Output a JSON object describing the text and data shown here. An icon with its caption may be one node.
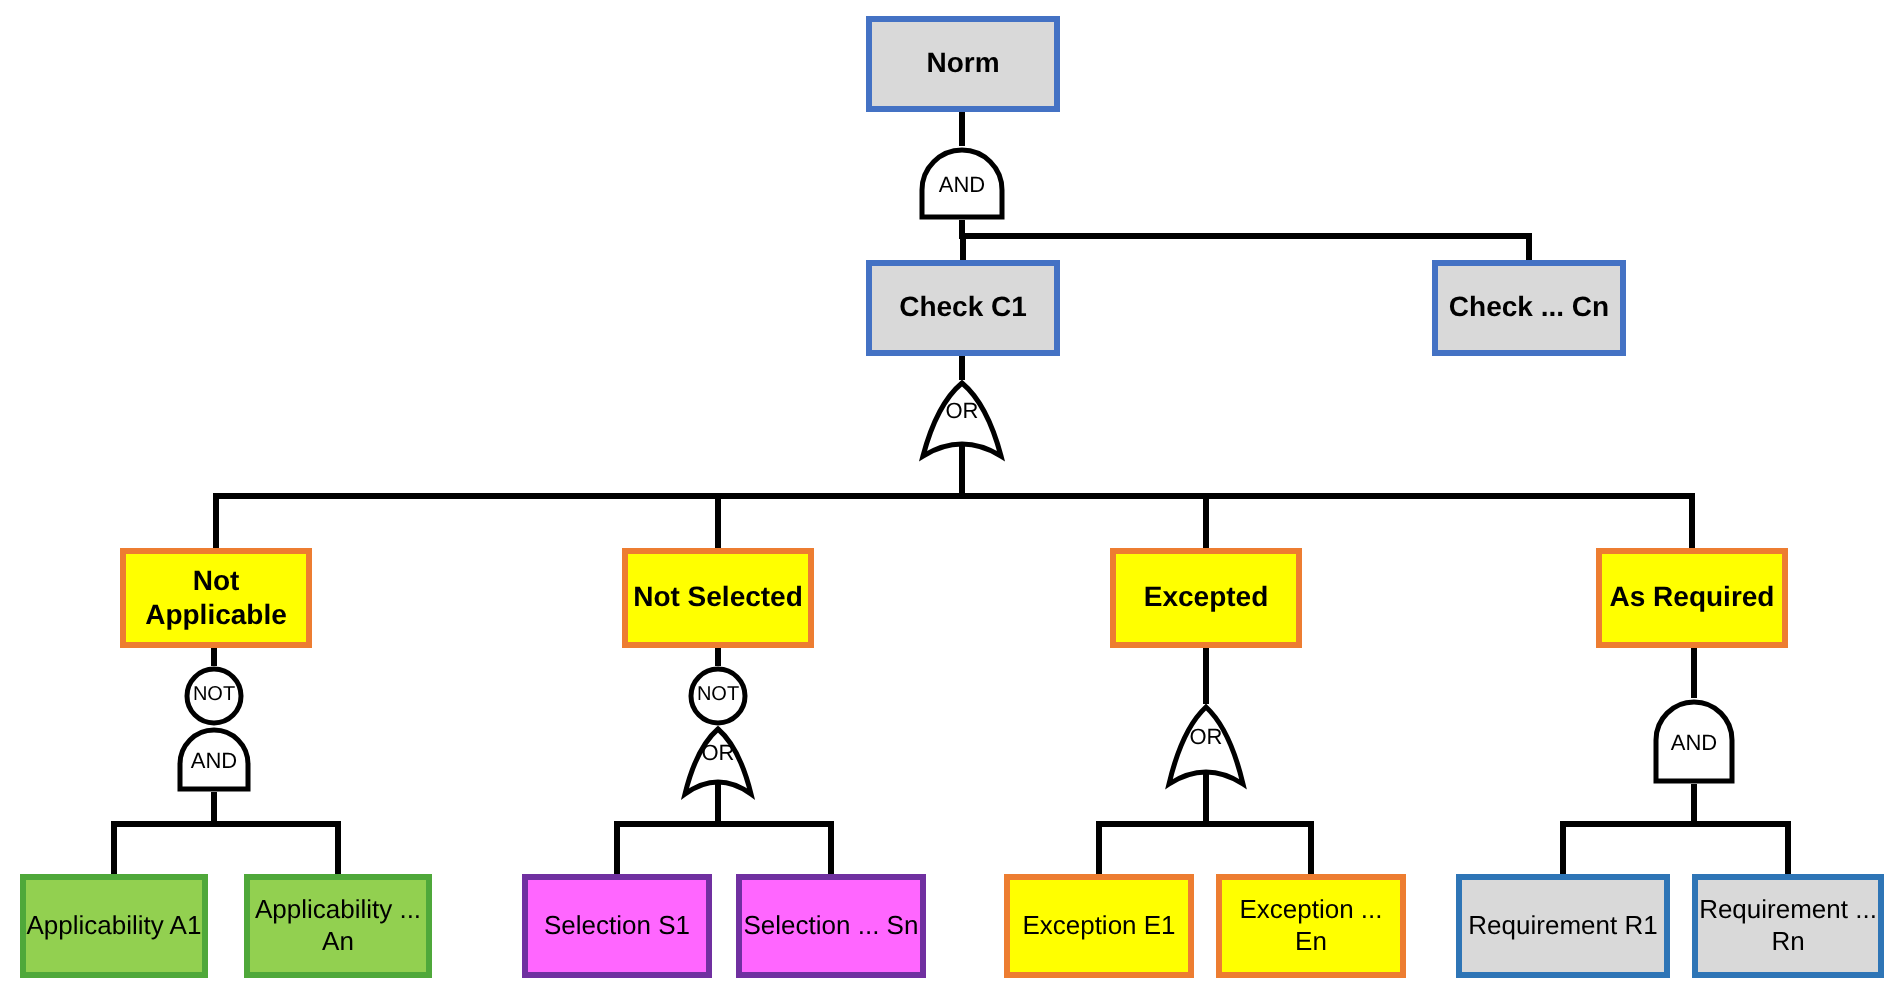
{
  "diagram": {
    "nodes": [
      {
        "text": [
          "Norm"
        ]
      },
      {
        "text": [
          "AND"
        ]
      },
      {
        "text": [
          "Check C1"
        ]
      },
      {
        "text": [
          "Check ... Cn"
        ]
      },
      {
        "text": [
          "OR"
        ]
      },
      {
        "text": [
          "Not Applicable"
        ]
      },
      {
        "text": [
          "Not Selected"
        ]
      },
      {
        "text": [
          "Excepted"
        ]
      },
      {
        "text": [
          "As Required"
        ]
      },
      {
        "text": [
          "NOT"
        ]
      },
      {
        "text": [
          "AND"
        ]
      },
      {
        "text": [
          "NOT"
        ]
      },
      {
        "text": [
          "OR"
        ]
      },
      {
        "text": [
          "OR"
        ]
      },
      {
        "text": [
          "AND"
        ]
      },
      {
        "text": [
          "Applicability A1"
        ]
      },
      {
        "text": [
          "Applicability ... An"
        ]
      },
      {
        "text": [
          "Selection S1"
        ]
      },
      {
        "text": [
          "Selection ... Sn"
        ]
      },
      {
        "text": [
          "Exception E1"
        ]
      },
      {
        "text": [
          "Exception ... En"
        ]
      },
      {
        "text": [
          "Requirement R1"
        ]
      },
      {
        "text": [
          "Requirement ... Rn"
        ]
      }
    ],
    "edges": [
      {
        "from": 0,
        "to": 1,
        "arrow": "none"
      },
      {
        "from": 1,
        "to": 2,
        "arrow": "none"
      },
      {
        "from": 1,
        "to": 3,
        "arrow": "none"
      },
      {
        "from": 2,
        "to": 4,
        "arrow": "none"
      },
      {
        "from": 4,
        "to": 5,
        "arrow": "none"
      },
      {
        "from": 4,
        "to": 6,
        "arrow": "none"
      },
      {
        "from": 4,
        "to": 7,
        "arrow": "none"
      },
      {
        "from": 4,
        "to": 8,
        "arrow": "none"
      },
      {
        "from": 5,
        "to": 9,
        "arrow": "none"
      },
      {
        "from": 6,
        "to": 11,
        "arrow": "none"
      },
      {
        "from": 7,
        "to": 13,
        "arrow": "none"
      },
      {
        "from": 8,
        "to": 14,
        "arrow": "none"
      },
      {
        "from": 10,
        "to": 15,
        "arrow": "none"
      },
      {
        "from": 10,
        "to": 16,
        "arrow": "none"
      },
      {
        "from": 12,
        "to": 17,
        "arrow": "none"
      },
      {
        "from": 12,
        "to": 18,
        "arrow": "none"
      },
      {
        "from": 13,
        "to": 19,
        "arrow": "none"
      },
      {
        "from": 13,
        "to": 20,
        "arrow": "none"
      },
      {
        "from": 14,
        "to": 21,
        "arrow": "none"
      },
      {
        "from": 14,
        "to": 22,
        "arrow": "none"
      }
    ]
  }
}
